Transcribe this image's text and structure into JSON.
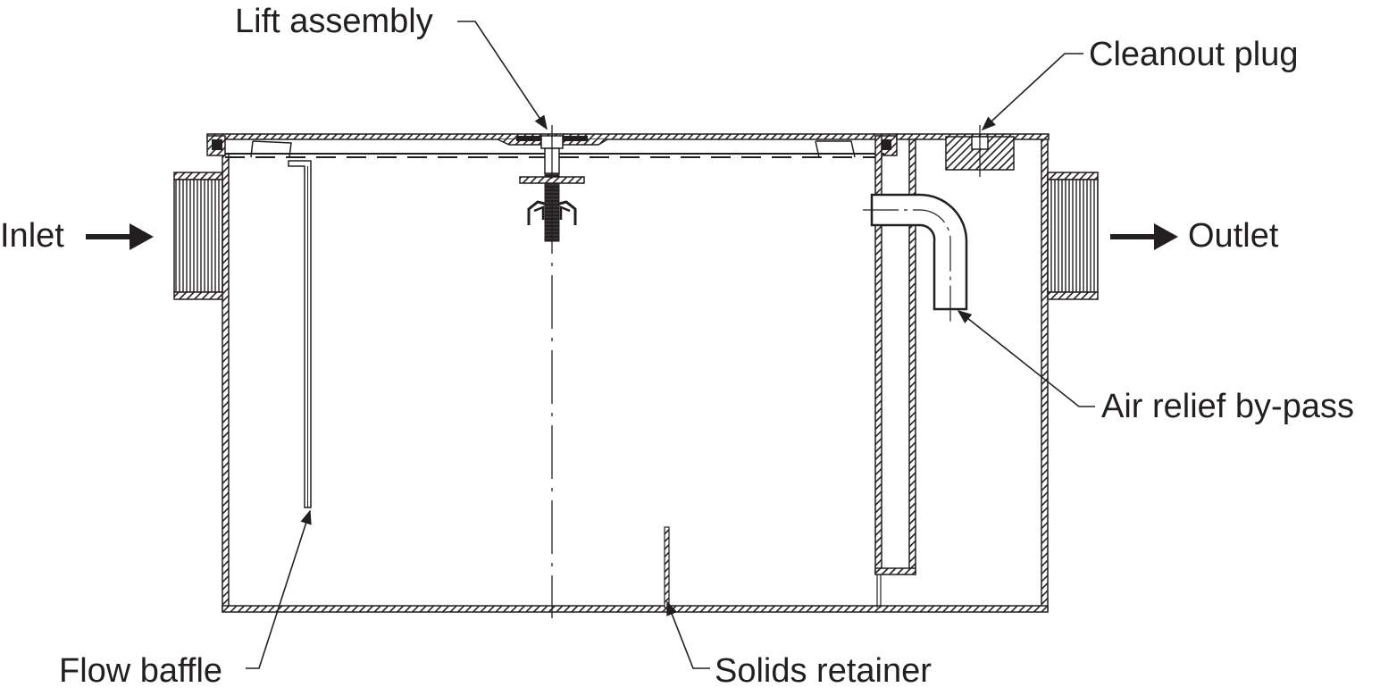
{
  "diagram": {
    "type": "cross-section",
    "subject": "Grease interceptor",
    "colors": {
      "ink": "#231f20",
      "background": "#ffffff"
    },
    "labels": {
      "lift_assembly": "Lift assembly",
      "cleanout_plug": "Cleanout plug",
      "inlet": "Inlet",
      "outlet": "Outlet",
      "air_relief": "Air relief by-pass",
      "flow_baffle": "Flow baffle",
      "solids_retainer": "Solids retainer"
    }
  }
}
